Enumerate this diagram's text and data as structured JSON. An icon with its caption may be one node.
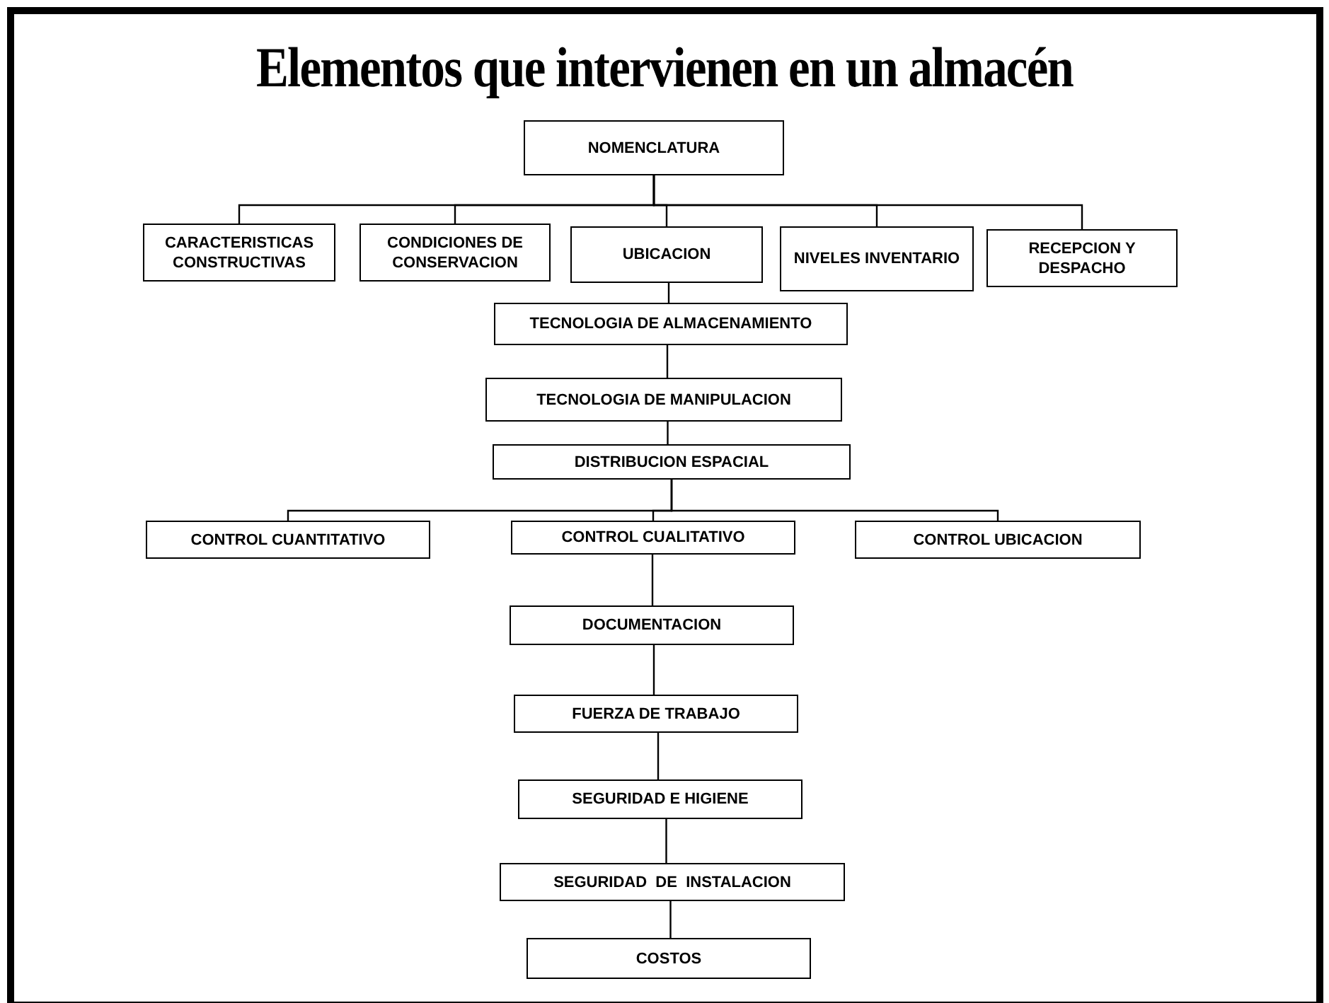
{
  "diagram": {
    "title": "Elementos que intervienen en un almacén",
    "nodes": [
      {
        "text": [
          "NOMENCLATURA"
        ]
      },
      {
        "text": [
          "CARACTERISTICAS CONSTRUCTIVAS"
        ]
      },
      {
        "text": [
          "CONDICIONES DE CONSERVACION"
        ]
      },
      {
        "text": [
          "UBICACION"
        ]
      },
      {
        "text": [
          "NIVELES INVENTARIO"
        ]
      },
      {
        "text": [
          "RECEPCION Y DESPACHO"
        ]
      },
      {
        "text": [
          "TECNOLOGIA DE ALMACENAMIENTO"
        ]
      },
      {
        "text": [
          "TECNOLOGIA DE MANIPULACION"
        ]
      },
      {
        "text": [
          "DISTRIBUCION ESPACIAL"
        ]
      },
      {
        "text": [
          "CONTROL CUANTITATIVO"
        ]
      },
      {
        "text": [
          "CONTROL CUALITATIVO"
        ]
      },
      {
        "text": [
          "CONTROL UBICACION"
        ]
      },
      {
        "text": [
          "DOCUMENTACION"
        ]
      },
      {
        "text": [
          "FUERZA DE TRABAJO"
        ]
      },
      {
        "text": [
          "SEGURIDAD E HIGIENE"
        ]
      },
      {
        "text": [
          "SEGURIDAD  DE  INSTALACION"
        ]
      },
      {
        "text": [
          "COSTOS"
        ]
      }
    ],
    "edges": [
      {
        "from": 0,
        "to": 1,
        "arrow": "none"
      },
      {
        "from": 0,
        "to": 2,
        "arrow": "none"
      },
      {
        "from": 0,
        "to": 3,
        "arrow": "none"
      },
      {
        "from": 0,
        "to": 4,
        "arrow": "none"
      },
      {
        "from": 0,
        "to": 5,
        "arrow": "none"
      },
      {
        "from": 3,
        "to": 6,
        "arrow": "none"
      },
      {
        "from": 6,
        "to": 7,
        "arrow": "none"
      },
      {
        "from": 7,
        "to": 8,
        "arrow": "none"
      },
      {
        "from": 8,
        "to": 9,
        "arrow": "none"
      },
      {
        "from": 8,
        "to": 10,
        "arrow": "none"
      },
      {
        "from": 8,
        "to": 11,
        "arrow": "none"
      },
      {
        "from": 10,
        "to": 12,
        "arrow": "none"
      },
      {
        "from": 12,
        "to": 13,
        "arrow": "none"
      },
      {
        "from": 13,
        "to": 14,
        "arrow": "none"
      },
      {
        "from": 14,
        "to": 15,
        "arrow": "none"
      },
      {
        "from": 15,
        "to": 16,
        "arrow": "none"
      }
    ]
  }
}
